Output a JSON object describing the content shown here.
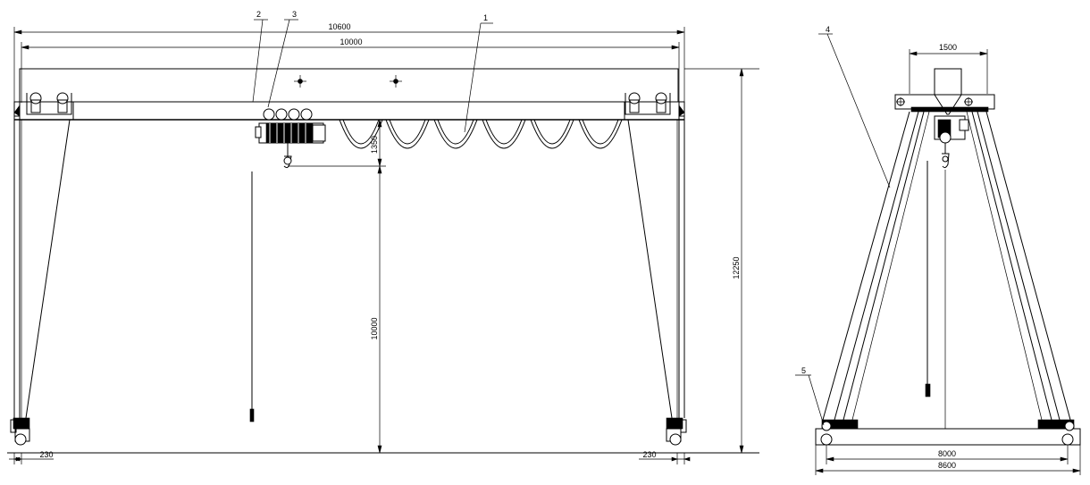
{
  "front_view": {
    "dimensions": {
      "overall_width": "10600",
      "span": "10000",
      "total_height": "12250",
      "lift_height": "10000",
      "hook_distance": "1350",
      "left_offset": "230",
      "right_offset": "230"
    },
    "callouts": {
      "main_girder": "1",
      "end_beam": "2",
      "hoist": "3"
    }
  },
  "side_view": {
    "dimensions": {
      "top_width": "1500",
      "wheel_base": "8000",
      "base_width": "8600"
    },
    "callouts": {
      "leg": "4",
      "travel_mechanism": "5"
    }
  }
}
